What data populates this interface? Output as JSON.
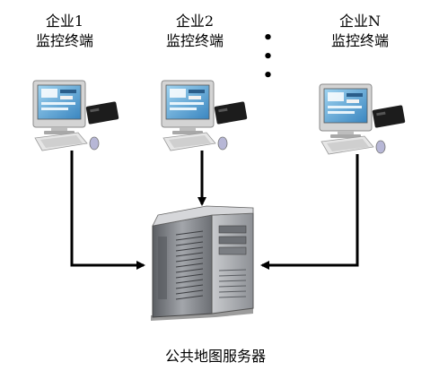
{
  "terminals": [
    {
      "line1": "企业1",
      "line2": "监控终端"
    },
    {
      "line1": "企业2",
      "line2": "监控终端"
    },
    {
      "line1": "企业N",
      "line2": "监控终端"
    }
  ],
  "ellipsis": "• • •",
  "server": {
    "caption": "公共地图服务器"
  },
  "colors": {
    "arrow": "#000000",
    "monitor_body": "#d9d9d9",
    "screen": "#6fb3d9",
    "server_body": "#8a8d92",
    "background": "#ffffff"
  },
  "icons": [
    "computer-icon",
    "server-icon"
  ]
}
